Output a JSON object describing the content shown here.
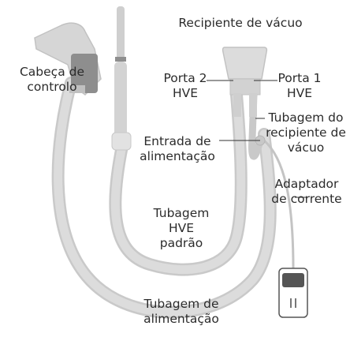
{
  "diagram": {
    "labels": {
      "vacuum_container": [
        "Recipiente de vácuo"
      ],
      "control_head": [
        "Cabeça de",
        "controlo"
      ],
      "port2": [
        "Porta 2",
        "HVE"
      ],
      "port1": [
        "Porta 1",
        "HVE"
      ],
      "power_inlet": [
        "Entrada de",
        "alimentação"
      ],
      "canister_tubing": [
        "Tubagem do",
        "recipiente de",
        "vácuo"
      ],
      "power_adapter": [
        "Adaptador",
        "de corrente"
      ],
      "standard_hve_tubing": [
        "Tubagem",
        "HVE",
        "padrão"
      ],
      "power_tubing": [
        "Tubagem de",
        "alimentação"
      ]
    },
    "colors": {
      "tube": "#d6d6d6",
      "tube_outline": "#c4c4c4",
      "dark_part": "#8e8e8e",
      "leader_line": "#333333",
      "text": "#2b2b2b"
    }
  }
}
